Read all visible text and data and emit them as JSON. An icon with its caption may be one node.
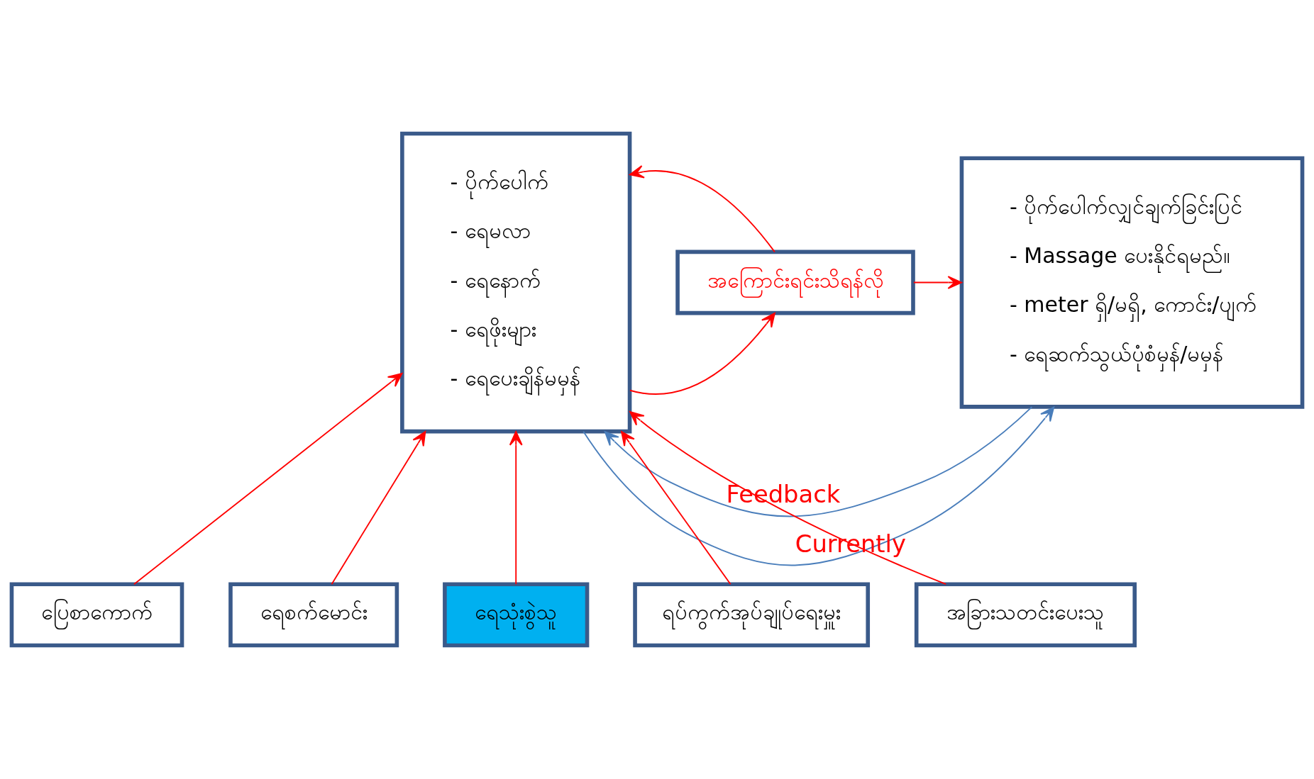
{
  "diagram": {
    "nodes": [
      {
        "text": [
          "- ပိုက်ပေါက်",
          "- ရေမလာ",
          "- ရေနောက်",
          "- ရေဖိုးများ",
          "- ရေပေးချိန်မမှန်"
        ]
      },
      {
        "text": [
          "အကြောင်းရင်းသိရန်လို"
        ]
      },
      {
        "text": [
          "- ပိုက်ပေါက်လျှင်ချက်ခြင်းပြင်",
          "- Massage ပေးနိုင်ရမည်။",
          "- meter ရှိ/မရှိ, ကောင်း/ပျက်",
          "- ရေဆက်သွယ်ပုံစံမှန်/မမှန်"
        ]
      },
      {
        "text": [
          "ပြေစာကောက်"
        ]
      },
      {
        "text": [
          "ရေစက်မောင်း"
        ]
      },
      {
        "text": [
          "ရေသုံးစွဲသူ"
        ]
      },
      {
        "text": [
          "ရပ်ကွက်အုပ်ချုပ်ရေးမှူး"
        ]
      },
      {
        "text": [
          "အခြားသတင်းပေးသူ"
        ]
      }
    ],
    "edges": [
      {
        "from": 2,
        "to": 0,
        "arrow": "to",
        "label": "Feedback",
        "color": "#4a7ebb"
      },
      {
        "from": 0,
        "to": 2,
        "arrow": "to",
        "label": "Currently",
        "color": "#4a7ebb"
      },
      {
        "from": 1,
        "to": 0,
        "arrow": "to"
      },
      {
        "from": 0,
        "to": 1,
        "arrow": "to"
      },
      {
        "from": 1,
        "to": 2,
        "arrow": "to"
      },
      {
        "from": 3,
        "to": 0,
        "arrow": "to"
      },
      {
        "from": 4,
        "to": 0,
        "arrow": "to"
      },
      {
        "from": 5,
        "to": 0,
        "arrow": "to"
      },
      {
        "from": 6,
        "to": 0,
        "arrow": "to"
      },
      {
        "from": 7,
        "to": 0,
        "arrow": "to"
      }
    ]
  }
}
